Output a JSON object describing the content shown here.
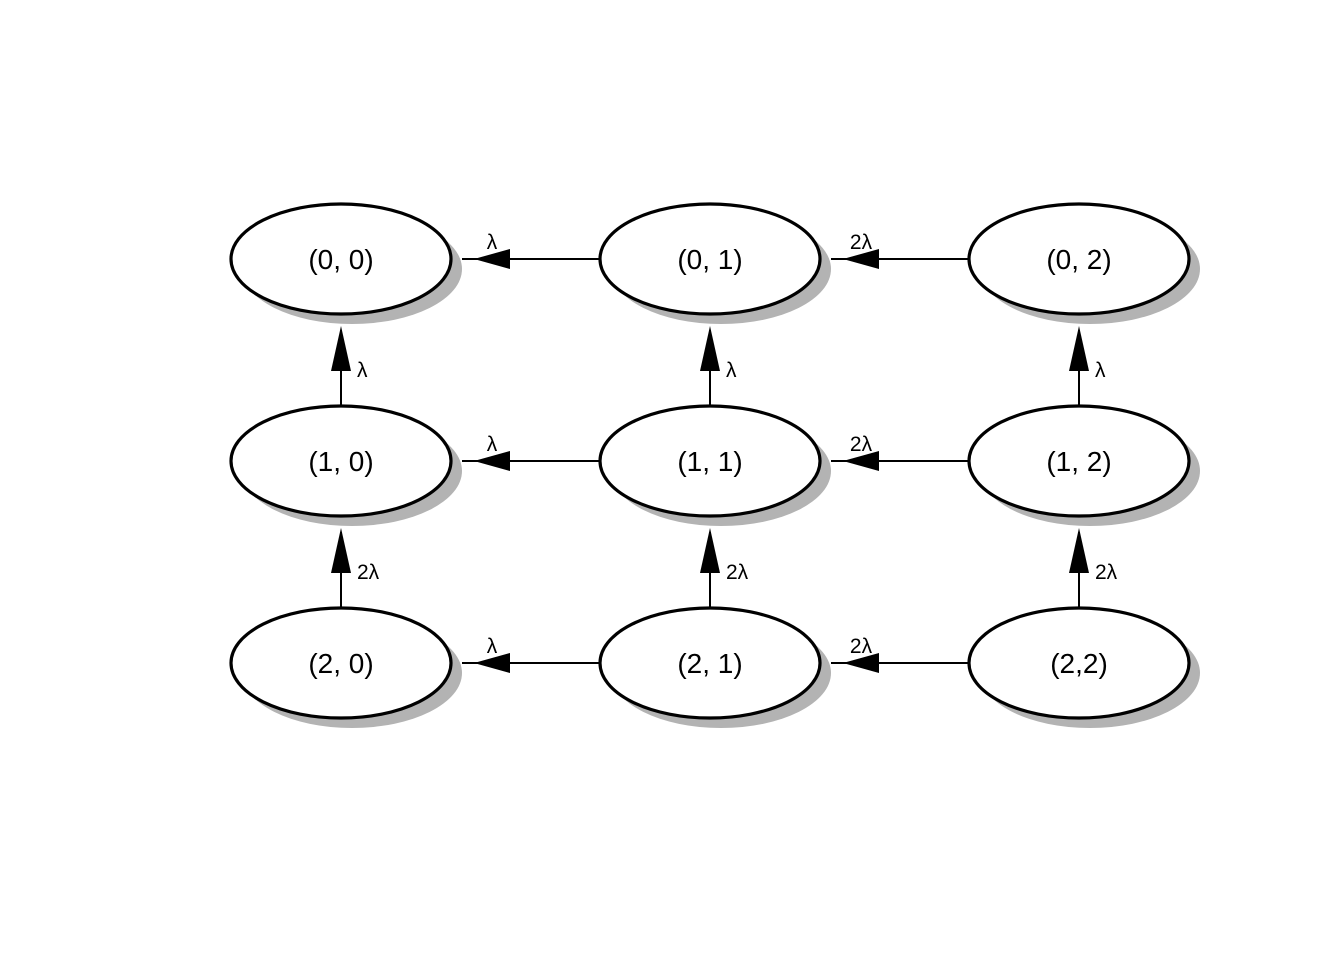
{
  "nodes": [
    {
      "id": "n00",
      "label": "(0, 0)",
      "row": 0,
      "col": 0
    },
    {
      "id": "n01",
      "label": "(0, 1)",
      "row": 0,
      "col": 1
    },
    {
      "id": "n02",
      "label": "(0, 2)",
      "row": 0,
      "col": 2
    },
    {
      "id": "n10",
      "label": "(1, 0)",
      "row": 1,
      "col": 0
    },
    {
      "id": "n11",
      "label": "(1, 1)",
      "row": 1,
      "col": 1
    },
    {
      "id": "n12",
      "label": "(1, 2)",
      "row": 1,
      "col": 2
    },
    {
      "id": "n20",
      "label": "(2, 0)",
      "row": 2,
      "col": 0
    },
    {
      "id": "n21",
      "label": "(2, 1)",
      "row": 2,
      "col": 1
    },
    {
      "id": "n22",
      "label": "(2,2)",
      "row": 2,
      "col": 2
    }
  ],
  "edges": [
    {
      "from": "n01",
      "to": "n00",
      "label": "λ"
    },
    {
      "from": "n02",
      "to": "n01",
      "label": "2λ"
    },
    {
      "from": "n11",
      "to": "n10",
      "label": "λ"
    },
    {
      "from": "n12",
      "to": "n11",
      "label": "2λ"
    },
    {
      "from": "n21",
      "to": "n20",
      "label": "λ"
    },
    {
      "from": "n22",
      "to": "n21",
      "label": "2λ"
    },
    {
      "from": "n10",
      "to": "n00",
      "label": "λ"
    },
    {
      "from": "n11",
      "to": "n01",
      "label": "λ"
    },
    {
      "from": "n12",
      "to": "n02",
      "label": "λ"
    },
    {
      "from": "n20",
      "to": "n10",
      "label": "2λ"
    },
    {
      "from": "n21",
      "to": "n11",
      "label": "2λ"
    },
    {
      "from": "n22",
      "to": "n12",
      "label": "2λ"
    }
  ],
  "colors": {
    "node_fill": "#ffffff",
    "node_stroke": "#000000",
    "shadow": "#b3b3b3",
    "edge": "#000000",
    "background": "#ffffff"
  }
}
